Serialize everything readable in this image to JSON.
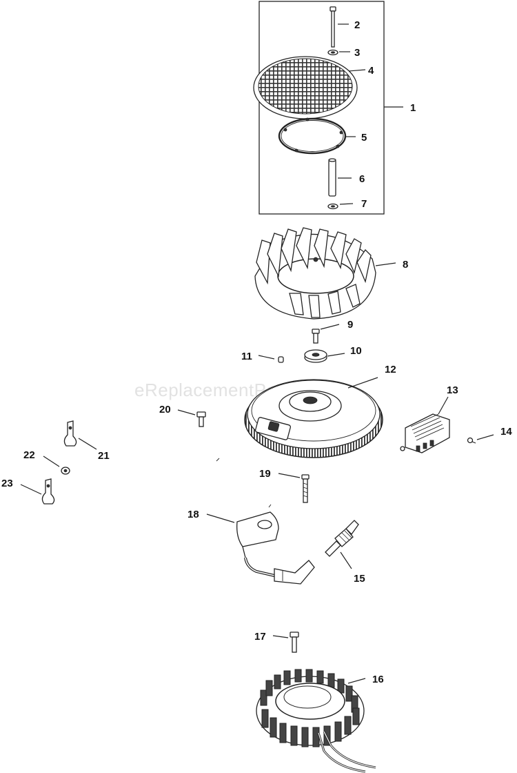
{
  "watermark": "eReplacementParts.com",
  "callouts": {
    "c1": "1",
    "c2": "2",
    "c3": "3",
    "c4": "4",
    "c5": "5",
    "c6": "6",
    "c7": "7",
    "c8": "8",
    "c9": "9",
    "c10": "10",
    "c11": "11",
    "c12": "12",
    "c13": "13",
    "c14": "14",
    "c15": "15",
    "c16": "16",
    "c17": "17",
    "c18": "18",
    "c19": "19",
    "c20": "20",
    "c21": "21",
    "c22": "22",
    "c23": "23"
  }
}
